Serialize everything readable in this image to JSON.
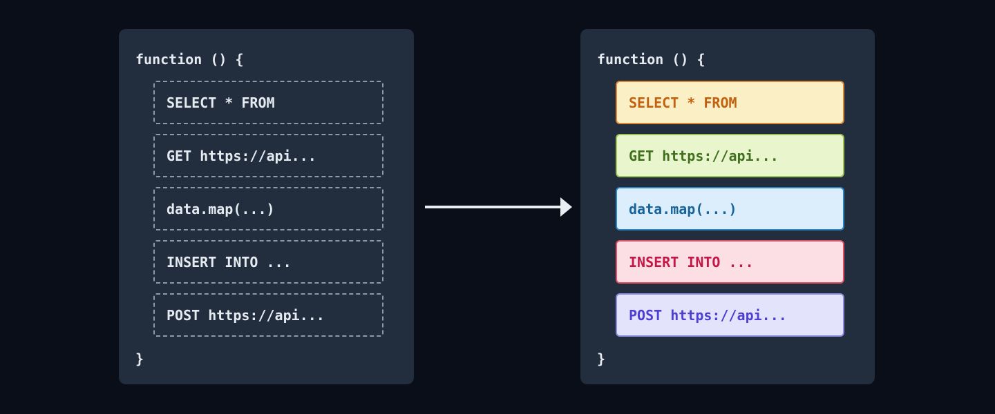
{
  "page": {
    "background": "#0a0e19",
    "panel_background": "#222d3d",
    "panel_text_color": "#e6ebf2",
    "dashed_border_color": "#8e99aa"
  },
  "arrow": {
    "description": "transform-arrow-left-to-right",
    "color": "#eaedf2"
  },
  "left_panel": {
    "header": "function () {",
    "footer": "}",
    "blocks": [
      {
        "label": "SELECT * FROM"
      },
      {
        "label": "GET https://api..."
      },
      {
        "label": "data.map(...)"
      },
      {
        "label": "INSERT INTO ..."
      },
      {
        "label": "POST https://api..."
      }
    ]
  },
  "right_panel": {
    "header": "function () {",
    "footer": "}",
    "blocks": [
      {
        "label": "SELECT * FROM",
        "bg": "#fbf0c5",
        "border": "#d9863a",
        "color": "#c2610f"
      },
      {
        "label": "GET https://api...",
        "bg": "#e9f6cd",
        "border": "#9cc355",
        "color": "#40701d"
      },
      {
        "label": "data.map(...)",
        "bg": "#dceefb",
        "border": "#2e86c0",
        "color": "#17649c"
      },
      {
        "label": "INSERT INTO ...",
        "bg": "#fcdfe4",
        "border": "#e15166",
        "color": "#c51746"
      },
      {
        "label": "POST https://api...",
        "bg": "#e3e4fc",
        "border": "#8a8ae2",
        "color": "#4c3fd2"
      }
    ]
  }
}
